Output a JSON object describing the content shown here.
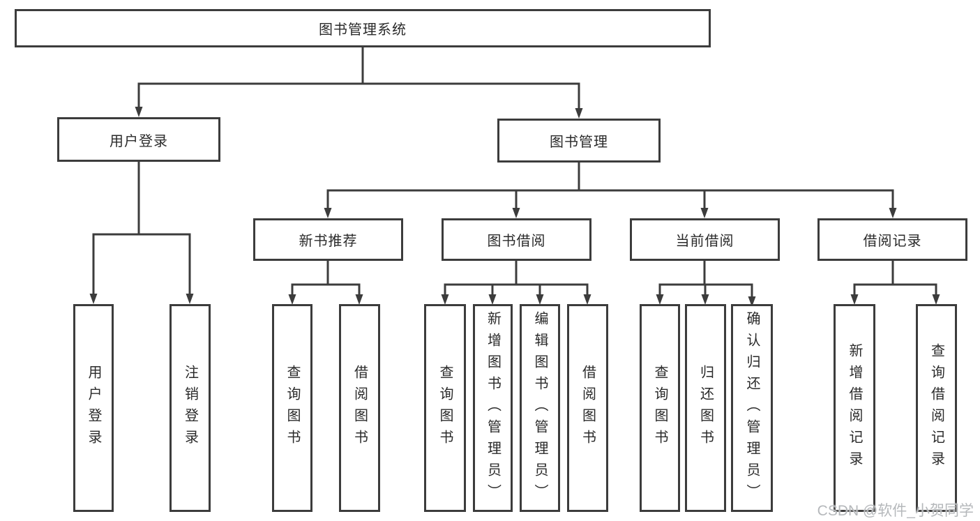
{
  "colors": {
    "line": "#3c3c3c",
    "text": "#2a2a2a",
    "watermark": "#b5b8bb",
    "background": "#ffffff"
  },
  "watermark": "CSDN @软件_小贺同学",
  "tree": {
    "root": {
      "label": "图书管理系统"
    },
    "l2": [
      {
        "label": "用户登录",
        "children": [
          {
            "label": "用户登录"
          },
          {
            "label": "注销登录"
          }
        ]
      },
      {
        "label": "图书管理",
        "children": [
          {
            "label": "新书推荐",
            "children": [
              {
                "label": "查询图书"
              },
              {
                "label": "借阅图书"
              }
            ]
          },
          {
            "label": "图书借阅",
            "children": [
              {
                "label": "查询图书"
              },
              {
                "label": "新增图书（管理员）"
              },
              {
                "label": "编辑图书（管理员）"
              },
              {
                "label": "借阅图书"
              }
            ]
          },
          {
            "label": "当前借阅",
            "children": [
              {
                "label": "查询图书"
              },
              {
                "label": "归还图书"
              },
              {
                "label": "确认归还（管理员）"
              }
            ]
          },
          {
            "label": "借阅记录",
            "children": [
              {
                "label": "新增借阅记录"
              },
              {
                "label": "查询借阅记录"
              }
            ]
          }
        ]
      }
    ]
  }
}
